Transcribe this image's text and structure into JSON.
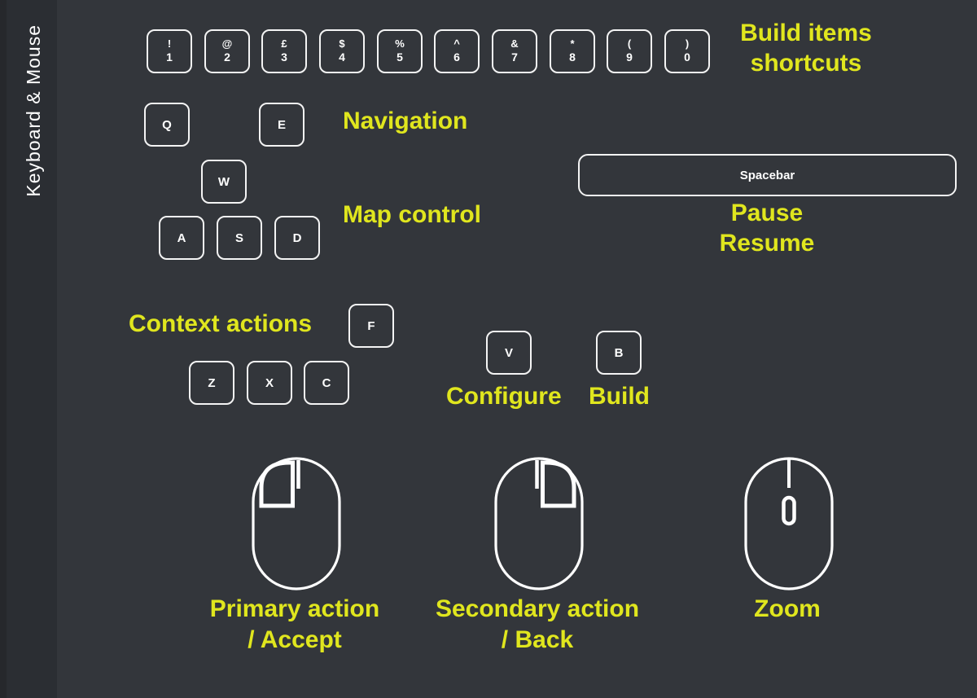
{
  "colors": {
    "background": "#33363b",
    "sidebar": "#2b2e33",
    "edge": "#26282c",
    "accent_yellow": "#e0e61e",
    "key_outline": "#f4f4f4",
    "text_white": "#ffffff"
  },
  "sidebar": {
    "title": "Keyboard & Mouse"
  },
  "keyboard": {
    "number_row": {
      "label_line1": "Build items",
      "label_line2": "shortcuts",
      "keys": [
        {
          "symbol": "!",
          "number": "1"
        },
        {
          "symbol": "@",
          "number": "2"
        },
        {
          "symbol": "£",
          "number": "3"
        },
        {
          "symbol": "$",
          "number": "4"
        },
        {
          "symbol": "%",
          "number": "5"
        },
        {
          "symbol": "^",
          "number": "6"
        },
        {
          "symbol": "&",
          "number": "7"
        },
        {
          "symbol": "*",
          "number": "8"
        },
        {
          "symbol": "(",
          "number": "9"
        },
        {
          "symbol": ")",
          "number": "0"
        }
      ]
    },
    "navigation": {
      "label": "Navigation",
      "keys": [
        "Q",
        "E"
      ]
    },
    "map_control": {
      "label": "Map control",
      "keys": [
        "W",
        "A",
        "S",
        "D"
      ]
    },
    "pause": {
      "key_label": "Spacebar",
      "label_line1": "Pause",
      "label_line2": "Resume"
    },
    "context_actions": {
      "label": "Context actions",
      "trigger_key": "F",
      "keys": [
        "Z",
        "X",
        "C"
      ]
    },
    "configure": {
      "label": "Configure",
      "key": "V"
    },
    "build": {
      "label": "Build",
      "key": "B"
    }
  },
  "mouse": {
    "primary": {
      "icon": "mouse-left-click-icon",
      "label_line1": "Primary action",
      "label_line2": "/ Accept"
    },
    "secondary": {
      "icon": "mouse-right-click-icon",
      "label_line1": "Secondary action",
      "label_line2": "/ Back"
    },
    "zoom": {
      "icon": "mouse-scroll-wheel-icon",
      "label": "Zoom"
    }
  }
}
